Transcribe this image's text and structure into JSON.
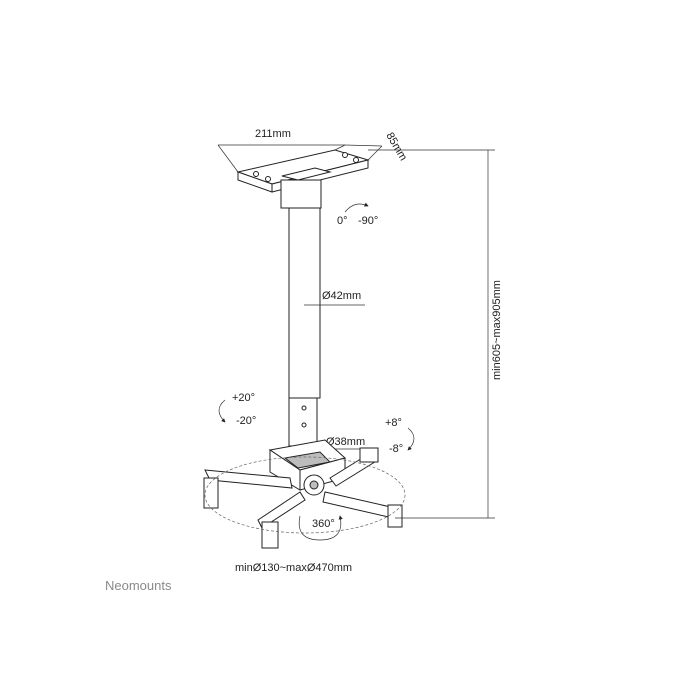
{
  "dimensions": {
    "plate_width": "211mm",
    "plate_depth": "85mm",
    "tube_diameter": "Ø42mm",
    "lower_tube_diameter": "Ø38mm",
    "height_range": "min605~max905mm",
    "arm_range": "minØ130~maxØ470mm"
  },
  "rotations": {
    "tilt_top_a": "0°",
    "tilt_top_b": "-90°",
    "tilt_left_a": "+20°",
    "tilt_left_b": "-20°",
    "tilt_right_a": "+8°",
    "tilt_right_b": "-8°",
    "swivel": "360°"
  },
  "brand": "Neomounts"
}
